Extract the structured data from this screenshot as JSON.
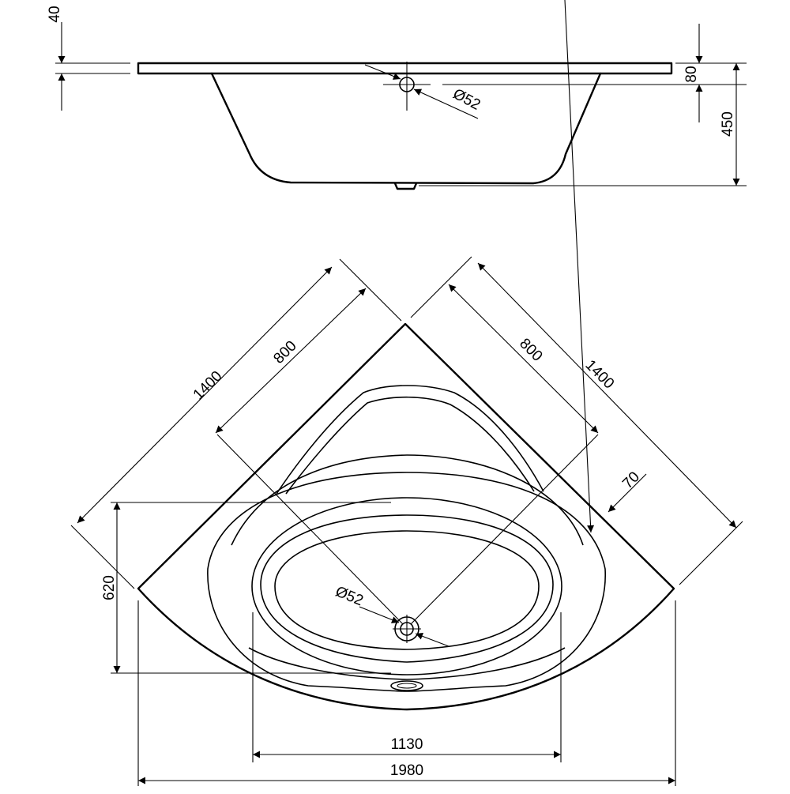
{
  "side_view": {
    "dim_rim_thickness": "40",
    "dim_drain_height": "80",
    "dim_total_depth": "450",
    "dim_drain_diameter": "Ø52"
  },
  "top_view": {
    "dim_side_length_left": "1400",
    "dim_inner_length_left": "800",
    "dim_inner_length_right": "800",
    "dim_side_length_right": "1400",
    "dim_rim_offset": "70",
    "dim_depth_front": "620",
    "dim_drain_diameter": "Ø52",
    "dim_inner_width": "1130",
    "dim_total_width": "1980"
  }
}
